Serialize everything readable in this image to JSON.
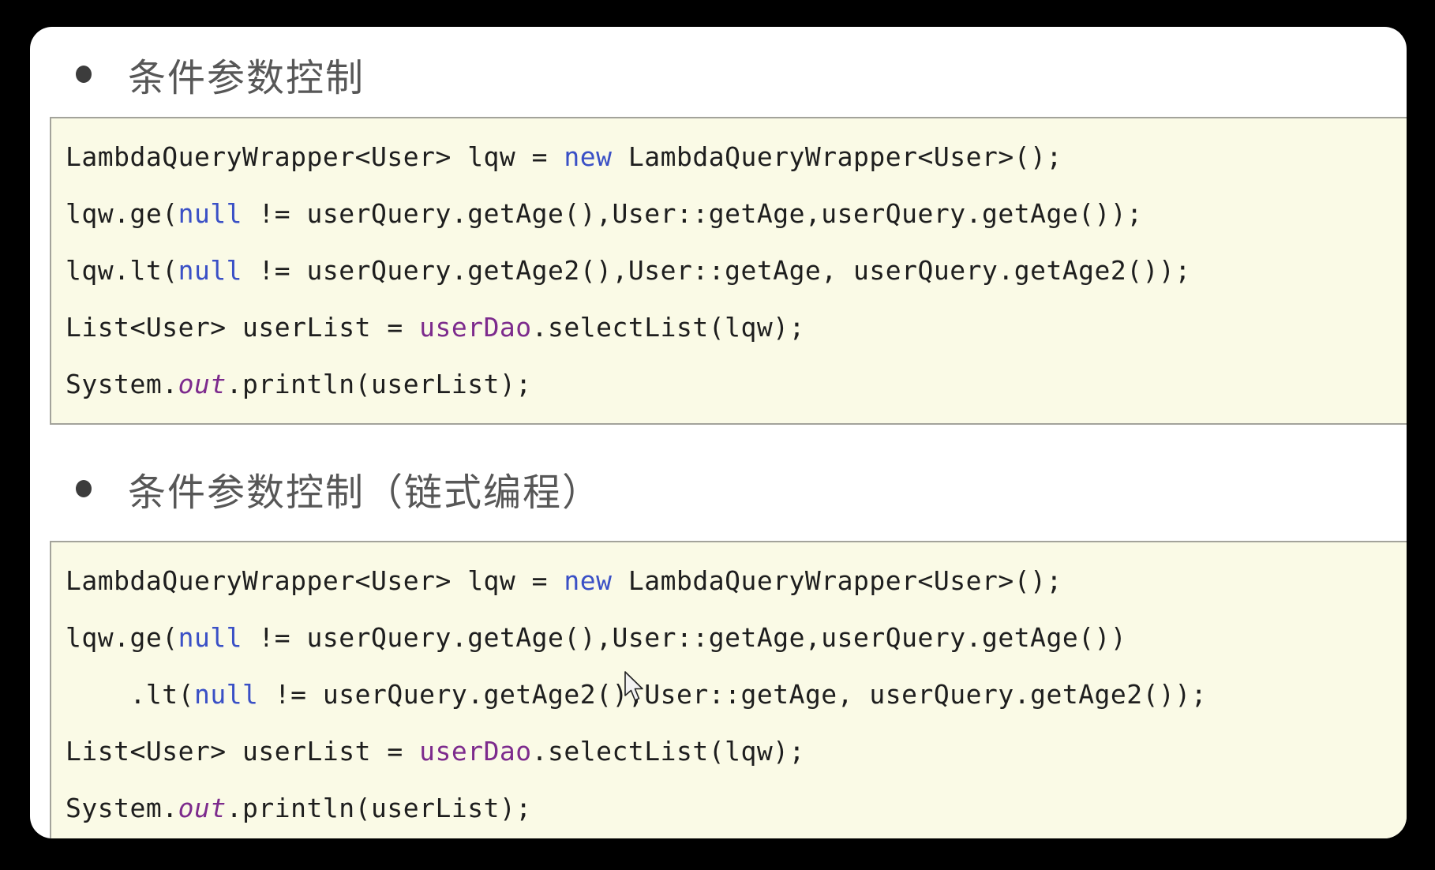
{
  "colors": {
    "canvas": "#000000",
    "surface": "#ffffff",
    "heading_text": "#575757",
    "bullet": "#3c3c3c",
    "code_bg": "#fafae6",
    "code_border": "#a3a39b",
    "code_text": "#1e1e1e",
    "keyword": "#3a50c6",
    "member": "#7d2b8d"
  },
  "sections": [
    {
      "heading": "条件参数控制",
      "lines": [
        [
          {
            "t": "LambdaQueryWrapper<User> lqw = ",
            "s": "p"
          },
          {
            "t": "new",
            "s": "k"
          },
          {
            "t": " LambdaQueryWrapper<User>();",
            "s": "p"
          }
        ],
        [
          {
            "t": "lqw.ge(",
            "s": "p"
          },
          {
            "t": "null",
            "s": "k"
          },
          {
            "t": " != userQuery.getAge(),User::getAge,userQuery.getAge());",
            "s": "p"
          }
        ],
        [
          {
            "t": "lqw.lt(",
            "s": "p"
          },
          {
            "t": "null",
            "s": "k"
          },
          {
            "t": " != userQuery.getAge2(),User::getAge, userQuery.getAge2());",
            "s": "p"
          }
        ],
        [
          {
            "t": "List<User> userList = ",
            "s": "p"
          },
          {
            "t": "userDao",
            "s": "f"
          },
          {
            "t": ".selectList(lqw);",
            "s": "p"
          }
        ],
        [
          {
            "t": "System.",
            "s": "p"
          },
          {
            "t": "out",
            "s": "fi"
          },
          {
            "t": ".println(userList);",
            "s": "p"
          }
        ]
      ]
    },
    {
      "heading": "条件参数控制（链式编程）",
      "lines": [
        [
          {
            "t": "LambdaQueryWrapper<User> lqw = ",
            "s": "p"
          },
          {
            "t": "new",
            "s": "k"
          },
          {
            "t": " LambdaQueryWrapper<User>();",
            "s": "p"
          }
        ],
        [
          {
            "t": "lqw.ge(",
            "s": "p"
          },
          {
            "t": "null",
            "s": "k"
          },
          {
            "t": " != userQuery.getAge(),User::getAge,userQuery.getAge())",
            "s": "p"
          }
        ],
        [
          {
            "t": "    .lt(",
            "s": "p"
          },
          {
            "t": "null",
            "s": "k"
          },
          {
            "t": " != userQuery.getAge2(),User::getAge, userQuery.getAge2());",
            "s": "p"
          }
        ],
        [
          {
            "t": "List<User> userList = ",
            "s": "p"
          },
          {
            "t": "userDao",
            "s": "f"
          },
          {
            "t": ".selectList(lqw);",
            "s": "p"
          }
        ],
        [
          {
            "t": "System.",
            "s": "p"
          },
          {
            "t": "out",
            "s": "fi"
          },
          {
            "t": ".println(userList);",
            "s": "p"
          }
        ]
      ]
    }
  ],
  "cursor": {
    "icon": "arrow-pointer"
  }
}
